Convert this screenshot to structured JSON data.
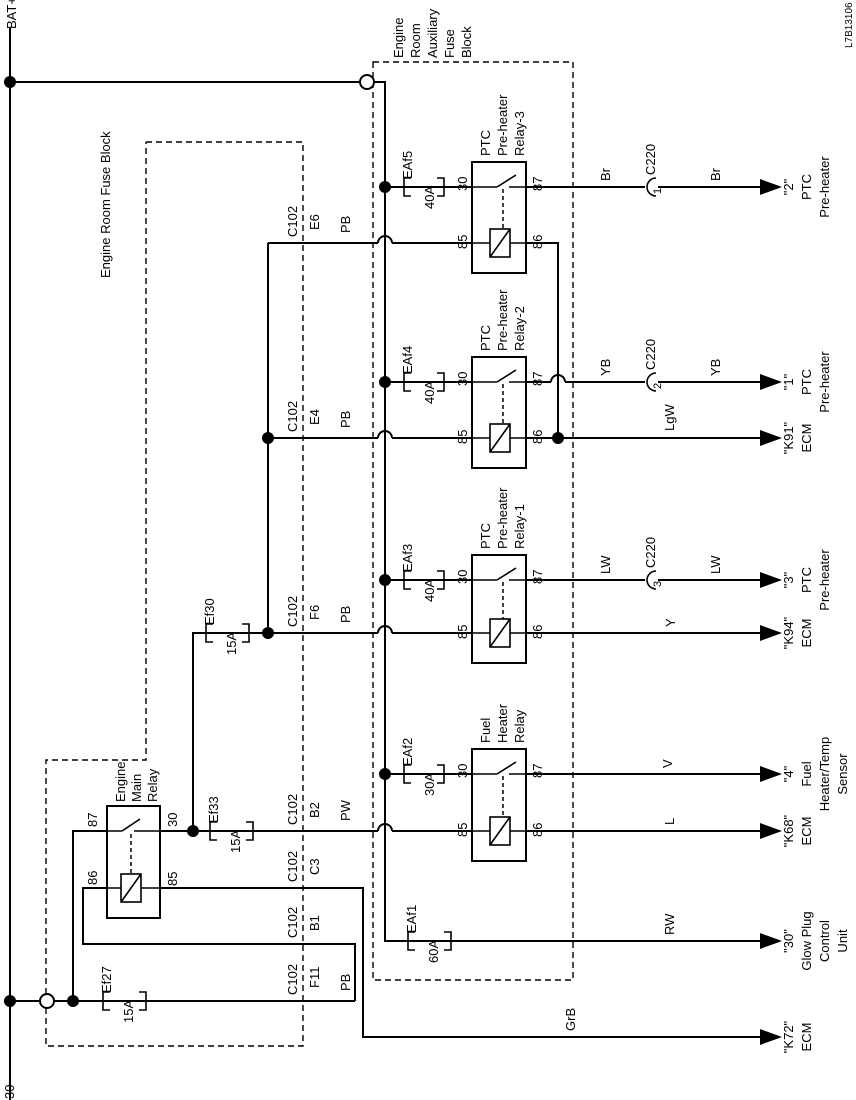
{
  "diagram_id": "L7B13106",
  "power": {
    "top_label": "BAT+",
    "bottom_label": "30"
  },
  "blocks": {
    "engine_room_fuse_block": "Engine Room Fuse Block",
    "aux_fuse_block_lines": [
      "Engine",
      "Room",
      "Auxiliary",
      "Fuse",
      "Block"
    ]
  },
  "terminals": {
    "t30": "30",
    "t87": "87",
    "t85": "85",
    "t86": "86"
  },
  "relays": {
    "ptc3": [
      "PTC",
      "Pre-heater",
      "Relay-3"
    ],
    "ptc2": [
      "PTC",
      "Pre-heater",
      "Relay-2"
    ],
    "ptc1": [
      "PTC",
      "Pre-heater",
      "Relay-1"
    ],
    "fuel": [
      "Fuel",
      "Heater",
      "Relay"
    ],
    "main": [
      "Engine",
      "Main",
      "Relay"
    ]
  },
  "fuses": {
    "eaf5": {
      "name": "EAf5",
      "rating": "40A"
    },
    "eaf4": {
      "name": "EAf4",
      "rating": "40A"
    },
    "eaf3": {
      "name": "EAf3",
      "rating": "40A"
    },
    "eaf2": {
      "name": "EAf2",
      "rating": "30A"
    },
    "eaf1": {
      "name": "EAf1",
      "rating": "60A"
    },
    "ef30": {
      "name": "Ef30",
      "rating": "15A"
    },
    "ef33": {
      "name": "Ef33",
      "rating": "15A"
    },
    "ef27": {
      "name": "Ef27",
      "rating": "15A"
    }
  },
  "connectors": {
    "c102": "C102",
    "c220": "C220",
    "c102_pins": {
      "e6": "E6",
      "e4": "E4",
      "f6": "F6",
      "b2": "B2",
      "c3": "C3",
      "b1": "B1",
      "f11": "F11"
    },
    "c220_pins": {
      "p1": "1",
      "p2": "2",
      "p3": "3"
    }
  },
  "wires": {
    "pb": "PB",
    "pw": "PW",
    "br": "Br",
    "yb": "YB",
    "lgw": "LgW",
    "lw": "LW",
    "y": "Y",
    "v": "V",
    "l": "L",
    "rw": "RW",
    "grb": "GrB"
  },
  "destinations": {
    "ptc2": [
      "\"2\"",
      "PTC",
      "Pre-heater"
    ],
    "ptc1": [
      "\"1\"",
      "PTC",
      "Pre-heater"
    ],
    "k91": [
      "\"K91\"",
      "ECM"
    ],
    "ptc3": [
      "\"3\"",
      "PTC",
      "Pre-heater"
    ],
    "k94": [
      "\"K94\"",
      "ECM"
    ],
    "fuel_sensor": [
      "\"4\"",
      "Fuel",
      "Heater/Temp",
      "Sensor"
    ],
    "k68": [
      "\"K68\"",
      "ECM"
    ],
    "glow": [
      "\"30\"",
      "Glow Plug",
      "Control",
      "Unit"
    ],
    "k72": [
      "\"K72\"",
      "ECM"
    ]
  }
}
